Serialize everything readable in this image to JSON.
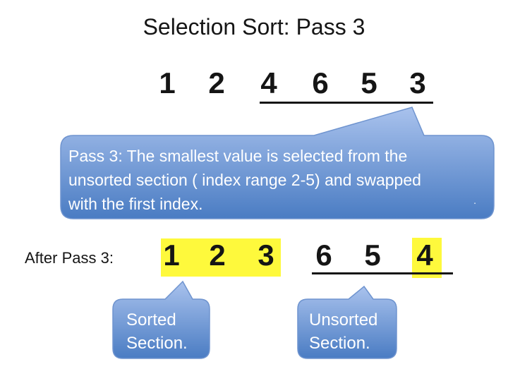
{
  "title": "Selection Sort: Pass 3",
  "top_row": {
    "values": [
      "1",
      "2",
      "4",
      "6",
      "5",
      "3"
    ]
  },
  "main_callout": {
    "lines": [
      "Pass 3: The smallest value is selected from the",
      "unsorted section ( index range 2-5) and swapped",
      "with the first index."
    ]
  },
  "after_label": "After Pass 3:",
  "bottom_row": {
    "sorted_values": [
      "1",
      "2",
      "3"
    ],
    "unsorted_values": [
      "6",
      "5",
      "4"
    ]
  },
  "sorted_callout": {
    "lines": [
      "Sorted",
      "Section."
    ]
  },
  "unsorted_callout": {
    "lines": [
      "Unsorted",
      "Section."
    ]
  },
  "stray_mark": ".",
  "colors": {
    "highlight_yellow": "#FEF93C",
    "callout_gradient_top": "#A9C2ED",
    "callout_gradient_bottom": "#4A7CC3",
    "callout_border": "#6F94CF",
    "text": "#151515",
    "callout_text": "#FFFFFF"
  }
}
